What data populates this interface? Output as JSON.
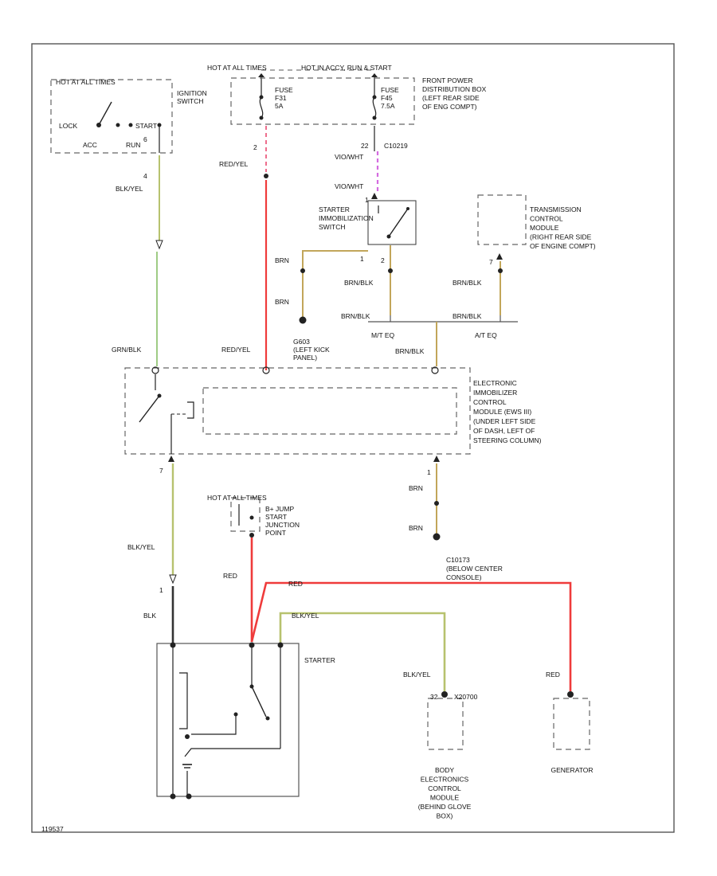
{
  "colors": {
    "red": "#ef3b3b",
    "pink": "#ee6e8d",
    "magenta": "#d46be0",
    "blk_yel": "#b7c26e",
    "brn": "#c2a65a",
    "grn_blk": "#9fcc85",
    "dark": "#333333",
    "dash": "#666666"
  },
  "labels": {
    "hot_all_times_top": "HOT AT ALL TIMES",
    "hot_run_start": "HOT IN ACCY, RUN & START",
    "fuse_f31": "FUSE\nF31\n5A",
    "fuse_f45": "FUSE\nF45\n7.5A",
    "power_box": "FRONT POWER\nDISTRIBUTION BOX\n(LEFT REAR SIDE\nOF ENG COMPT)",
    "ign_hot": "HOT AT ALL TIMES",
    "ign_lock": "LOCK",
    "ign_start": "START",
    "ign_acc": "ACC",
    "ign_run": "RUN",
    "ign_switch": "IGNITION\nSWITCH",
    "pin_ign_top": "6",
    "pin_ign_bottom": "4",
    "blk_yel_1": "BLK/YEL",
    "pin_red_top": "2",
    "red_yel_1": "RED/YEL",
    "pin_22": "22",
    "c10219": "C10219",
    "vio_wht_1": "VIO/WHT",
    "vio_wht_2": "VIO/WHT",
    "pin_1_vio": "1",
    "starter_immob": "STARTER\nIMMOBILIZATION\nSWITCH",
    "pin_immob_left": "1",
    "pin_immob_right": "2",
    "brn_1": "BRN",
    "brn_2": "BRN",
    "brn_blk_1": "BRN/BLK",
    "brn_blk_2": "BRN/BLK",
    "brn_blk_3": "BRN/BLK",
    "brn_blk_4": "BRN/BLK",
    "brn_blk_5": "BRN/BLK",
    "tcm": "TRANSMISSION\nCONTROL\nMODULE\n(RIGHT REAR SIDE\nOF ENGINE COMPT)",
    "pin_tcm": "7",
    "mt_eq": "M/T EQ",
    "at_eq": "A/T EQ",
    "grn_blk": "GRN/BLK",
    "red_yel_2": "RED/YEL",
    "g603": "G603\n(LEFT KICK\nPANEL)",
    "eimm": "ELECTRONIC\nIMMOBILIZER\nCONTROL\nMODULE (EWS III)\n(UNDER LEFT SIDE\nOF DASH, LEFT OF\nSTEERING COLUMN)",
    "pin_7": "7",
    "pin_1": "1",
    "brn_3": "BRN",
    "brn_4": "BRN",
    "c10173": "C10173\n(BELOW CENTER\nCONSOLE)",
    "hot_jump": "HOT AT ALL TIMES",
    "jump_start": "B+ JUMP\nSTART\nJUNCTION\nPOINT",
    "blk_yel_2": "BLK/YEL",
    "pin_1_blk": "1",
    "blk": "BLK",
    "red_1": "RED",
    "red_2": "RED",
    "red_3": "RED",
    "blk_yel_3": "BLK/YEL",
    "blk_yel_4": "BLK/YEL",
    "starter": "STARTER",
    "pin_32": "32",
    "x20700": "X20700",
    "bec": "BODY\nELECTRONICS\nCONTROL\nMODULE\n(BEHIND GLOVE\nBOX)",
    "generator": "GENERATOR",
    "fig_id": "119537"
  }
}
